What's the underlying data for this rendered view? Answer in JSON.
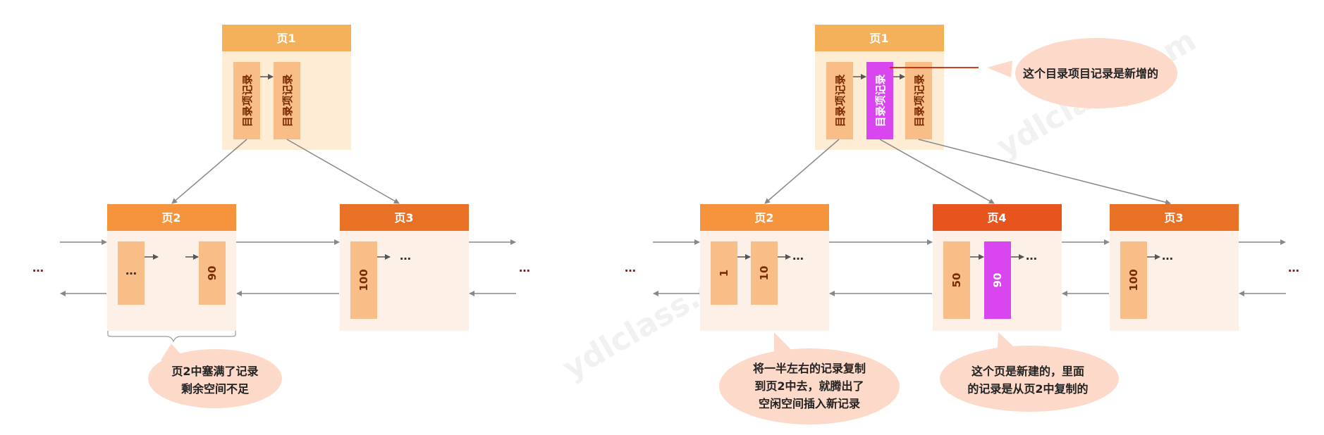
{
  "colors": {
    "header_light": "#f5b05a",
    "header_mid": "#f5943c",
    "header_dark": "#e87126",
    "header_red": "#e8541e",
    "body_top": "#feecd4",
    "body_leaf": "#fdf0e6",
    "record": "#f9be88",
    "record_new": "#d946ef",
    "bubble": "#fcd9c8",
    "arrow": "#888888",
    "red_line": "#cc2200"
  },
  "watermark": "ydlclass.com",
  "left": {
    "page1_title": "页1",
    "dir_record_1": "目录项记录",
    "dir_record_2": "目录项记录",
    "page2_title": "页2",
    "page2_rec_1": "…",
    "page2_rec_2": "90",
    "page3_title": "页3",
    "page3_rec_1": "100",
    "page3_more": "…",
    "left_more": "…",
    "right_more": "…",
    "bubble_line1": "页2中塞满了记录",
    "bubble_line2": "剩余空间不足"
  },
  "right": {
    "page1_title": "页1",
    "dir_record_1": "目录项记录",
    "dir_record_new": "目录项记录",
    "dir_record_3": "目录项记录",
    "note_new": "这个目录项目记录是新增的",
    "page2_title": "页2",
    "page2_rec_1": "1",
    "page2_rec_2": "10",
    "page2_more": "…",
    "page4_title": "页4",
    "page4_rec_1": "50",
    "page4_rec_2": "90",
    "page4_more": "…",
    "page3_title": "页3",
    "page3_rec_1": "100",
    "page3_more": "…",
    "left_more": "…",
    "right_more": "…",
    "bubble2_line1": "将一半左右的记录复制",
    "bubble2_line2": "到页2中去，就腾出了",
    "bubble2_line3": "空闲空间插入新记录",
    "bubble3_line1": "这个页是新建的，里面",
    "bubble3_line2": "的记录是从页2中复制的"
  }
}
